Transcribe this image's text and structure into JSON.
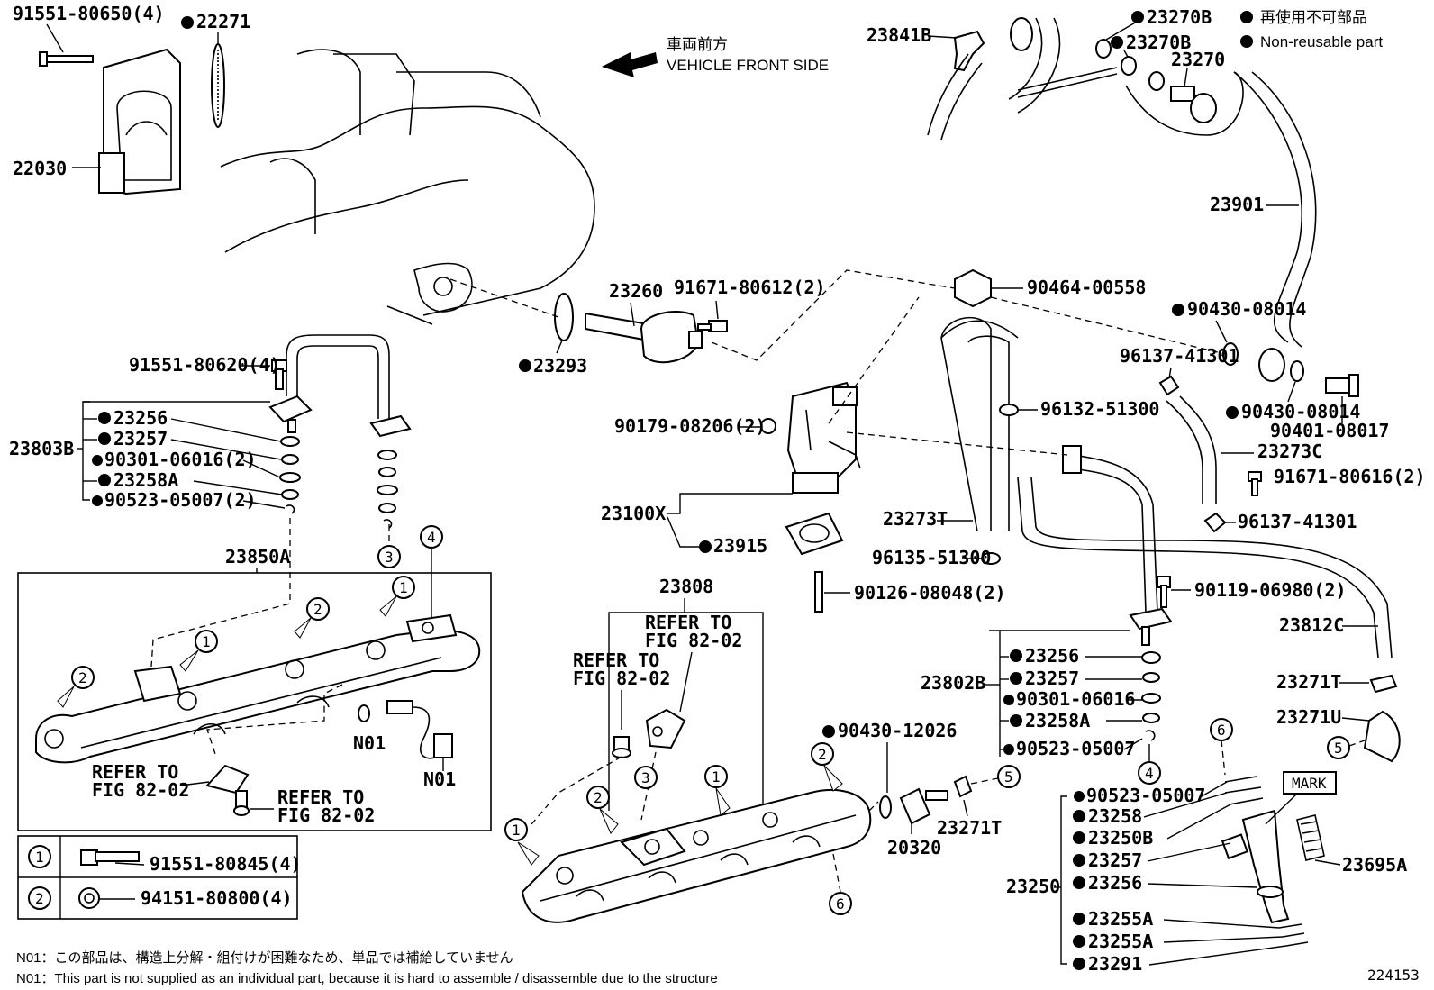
{
  "legend": {
    "jp": "再使用不可部品",
    "en": "Non-reusable part"
  },
  "direction": {
    "jp": "車両前方",
    "en": "VEHICLE FRONT SIDE"
  },
  "figure_number": "224153",
  "notes": {
    "n01_jp": "N01：この部品は、構造上分解・組付けが困難なため、単品では補給していません",
    "n01_en": "N01：This part is not supplied as an individual part, because it is hard to assemble / disassemble due to the structure"
  },
  "refer": {
    "line1": "REFER TO",
    "line2": "FIG 82-02"
  },
  "n01_tag": "N01",
  "mark_label": "MARK",
  "parts": {
    "p91551_80650": "91551-80650(4)",
    "p22271": "22271",
    "p22030": "22030",
    "p23841B": "23841B",
    "p23270B_1": "23270B",
    "p23270B_2": "23270B",
    "p23270": "23270",
    "p23901": "23901",
    "p23260": "23260",
    "p91671_80612": "91671-80612(2)",
    "p23293": "23293",
    "p90464_00558": "90464-00558",
    "p90430_08014_a": "90430-08014",
    "p96137_41301_a": "96137-41301",
    "p90430_08014_b": "90430-08014",
    "p90401_08017": "90401-08017",
    "p91551_80620": "91551-80620(4)",
    "p23803B": "23803B",
    "p23256_a": "23256",
    "p23257_a": "23257",
    "p90301_06016_a": "90301-06016(2)",
    "p23258A_a": "23258A",
    "p90523_05007_a": "90523-05007(2)",
    "p90179_08206": "90179-08206(2)",
    "p96132_51300": "96132-51300",
    "p23273C": "23273C",
    "p91671_80616": "91671-80616(2)",
    "p23100X": "23100X",
    "p23915": "23915",
    "p23273T": "23273T",
    "p96137_41301_b": "96137-41301",
    "p96135_51300": "96135-51300",
    "p90126_08048": "90126-08048(2)",
    "p90119_06980": "90119-06980(2)",
    "p23850A": "23850A",
    "p23808": "23808",
    "p23812C": "23812C",
    "p23802B": "23802B",
    "p23256_b": "23256",
    "p23257_b": "23257",
    "p90301_06016_b": "90301-06016",
    "p23258A_b": "23258A",
    "p90523_05007_b": "90523-05007",
    "p23271T_a": "23271T",
    "p23271U": "23271U",
    "p90430_12026": "90430-12026",
    "p20320": "20320",
    "p23271T_b": "23271T",
    "p23250": "23250",
    "p90523_05007_c": "90523-05007",
    "p23258": "23258",
    "p23250B": "23250B",
    "p23257_c": "23257",
    "p23256_c": "23256",
    "p23695A": "23695A",
    "p23255A_a": "23255A",
    "p23255A_b": "23255A",
    "p23291": "23291"
  },
  "bolt_table": [
    {
      "key": "1",
      "part": "91551-80845(4)"
    },
    {
      "key": "2",
      "part": "94151-80800(4)"
    }
  ],
  "callouts": {
    "c1": "1",
    "c2": "2",
    "c3": "3",
    "c4": "4",
    "c5": "5",
    "c6": "6"
  }
}
